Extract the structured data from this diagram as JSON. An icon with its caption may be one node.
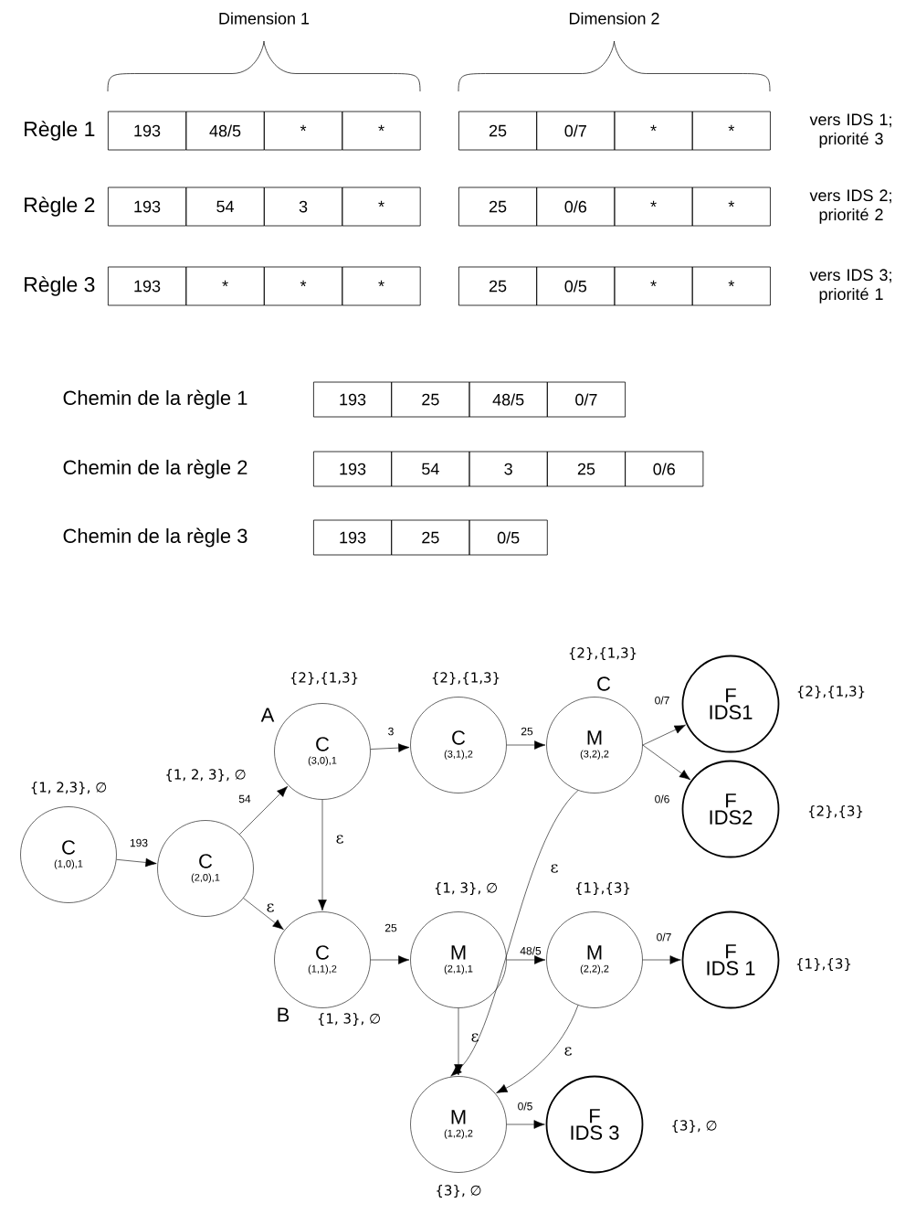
{
  "diagram": {
    "nodes": [
      {
        "text": [
          "C",
          "(1,0),1"
        ],
        "beside": [
          "{1, 2,3}, ∅"
        ]
      },
      {
        "text": [
          "C",
          "(2,0),1"
        ],
        "beside": [
          "{1, 2, 3}, ∅"
        ]
      },
      {
        "text": [
          "C",
          "(3,0),1"
        ],
        "beside": [
          "{2},{1,3}",
          "A"
        ]
      },
      {
        "text": [
          "C",
          "(3,1),2"
        ],
        "beside": [
          "{2},{1,3}"
        ]
      },
      {
        "text": [
          "M",
          "(3,2),2"
        ],
        "beside": [
          "{2},{1,3}",
          "C"
        ]
      },
      {
        "text": [
          "F",
          "IDS1"
        ],
        "beside": [
          "{2},{1,3}"
        ]
      },
      {
        "text": [
          "F",
          "IDS2"
        ],
        "beside": [
          "{2},{3}"
        ]
      },
      {
        "text": [
          "C",
          "(1,1),2"
        ],
        "beside": [
          "B",
          "{1, 3}, ∅"
        ]
      },
      {
        "text": [
          "M",
          "(2,1),1"
        ],
        "beside": [
          "{1, 3}, ∅"
        ]
      },
      {
        "text": [
          "M",
          "(2,2),2"
        ],
        "beside": [
          "{1},{3}"
        ]
      },
      {
        "text": [
          "F",
          "IDS 1"
        ],
        "beside": [
          "{1},{3}"
        ]
      },
      {
        "text": [
          "M",
          "(1,2),2"
        ],
        "beside": [
          "{3}, ∅"
        ]
      },
      {
        "text": [
          "F",
          "IDS 3"
        ],
        "beside": [
          "{3}, ∅"
        ]
      }
    ],
    "edges": [
      {
        "from": 0,
        "to": 1,
        "arrow": "to",
        "label": "193"
      },
      {
        "from": 1,
        "to": 2,
        "arrow": "to",
        "label": "54"
      },
      {
        "from": 1,
        "to": 7,
        "arrow": "to",
        "label": "ε"
      },
      {
        "from": 2,
        "to": 7,
        "arrow": "to",
        "label": "ε"
      },
      {
        "from": 2,
        "to": 3,
        "arrow": "to",
        "label": "3"
      },
      {
        "from": 3,
        "to": 4,
        "arrow": "to",
        "label": "25"
      },
      {
        "from": 4,
        "to": 5,
        "arrow": "to",
        "label": "0/7"
      },
      {
        "from": 4,
        "to": 6,
        "arrow": "to",
        "label": "0/6"
      },
      {
        "from": 7,
        "to": 8,
        "arrow": "to",
        "label": "25"
      },
      {
        "from": 8,
        "to": 9,
        "arrow": "to",
        "label": "48/5"
      },
      {
        "from": 9,
        "to": 10,
        "arrow": "to",
        "label": "0/7"
      },
      {
        "from": 8,
        "to": 11,
        "arrow": "to",
        "label": "ε"
      },
      {
        "from": 4,
        "to": 11,
        "arrow": "to",
        "label": "ε"
      },
      {
        "from": 9,
        "to": 11,
        "arrow": "to",
        "label": "ε"
      },
      {
        "from": 11,
        "to": 12,
        "arrow": "to",
        "label": "0/5"
      }
    ],
    "labels": [
      "Dimension 1",
      "Dimension 2",
      "Règle 1",
      "193",
      "48/5",
      "*",
      "*",
      "25",
      "0/7",
      "*",
      "*",
      "vers IDS 1; priorité 3",
      "Règle 2",
      "193",
      "54",
      "3",
      "*",
      "25",
      "0/6",
      "*",
      "*",
      "vers IDS 2; priorité 2",
      "Règle 3",
      "193",
      "*",
      "*",
      "*",
      "25",
      "0/5",
      "*",
      "*",
      "vers IDS 3; priorité 1",
      "Chemin de la règle 1",
      "193",
      "25",
      "48/5",
      "0/7",
      "Chemin de la règle 2",
      "193",
      "54",
      "3",
      "25",
      "0/6",
      "Chemin de la règle 3",
      "193",
      "25",
      "0/5"
    ]
  }
}
